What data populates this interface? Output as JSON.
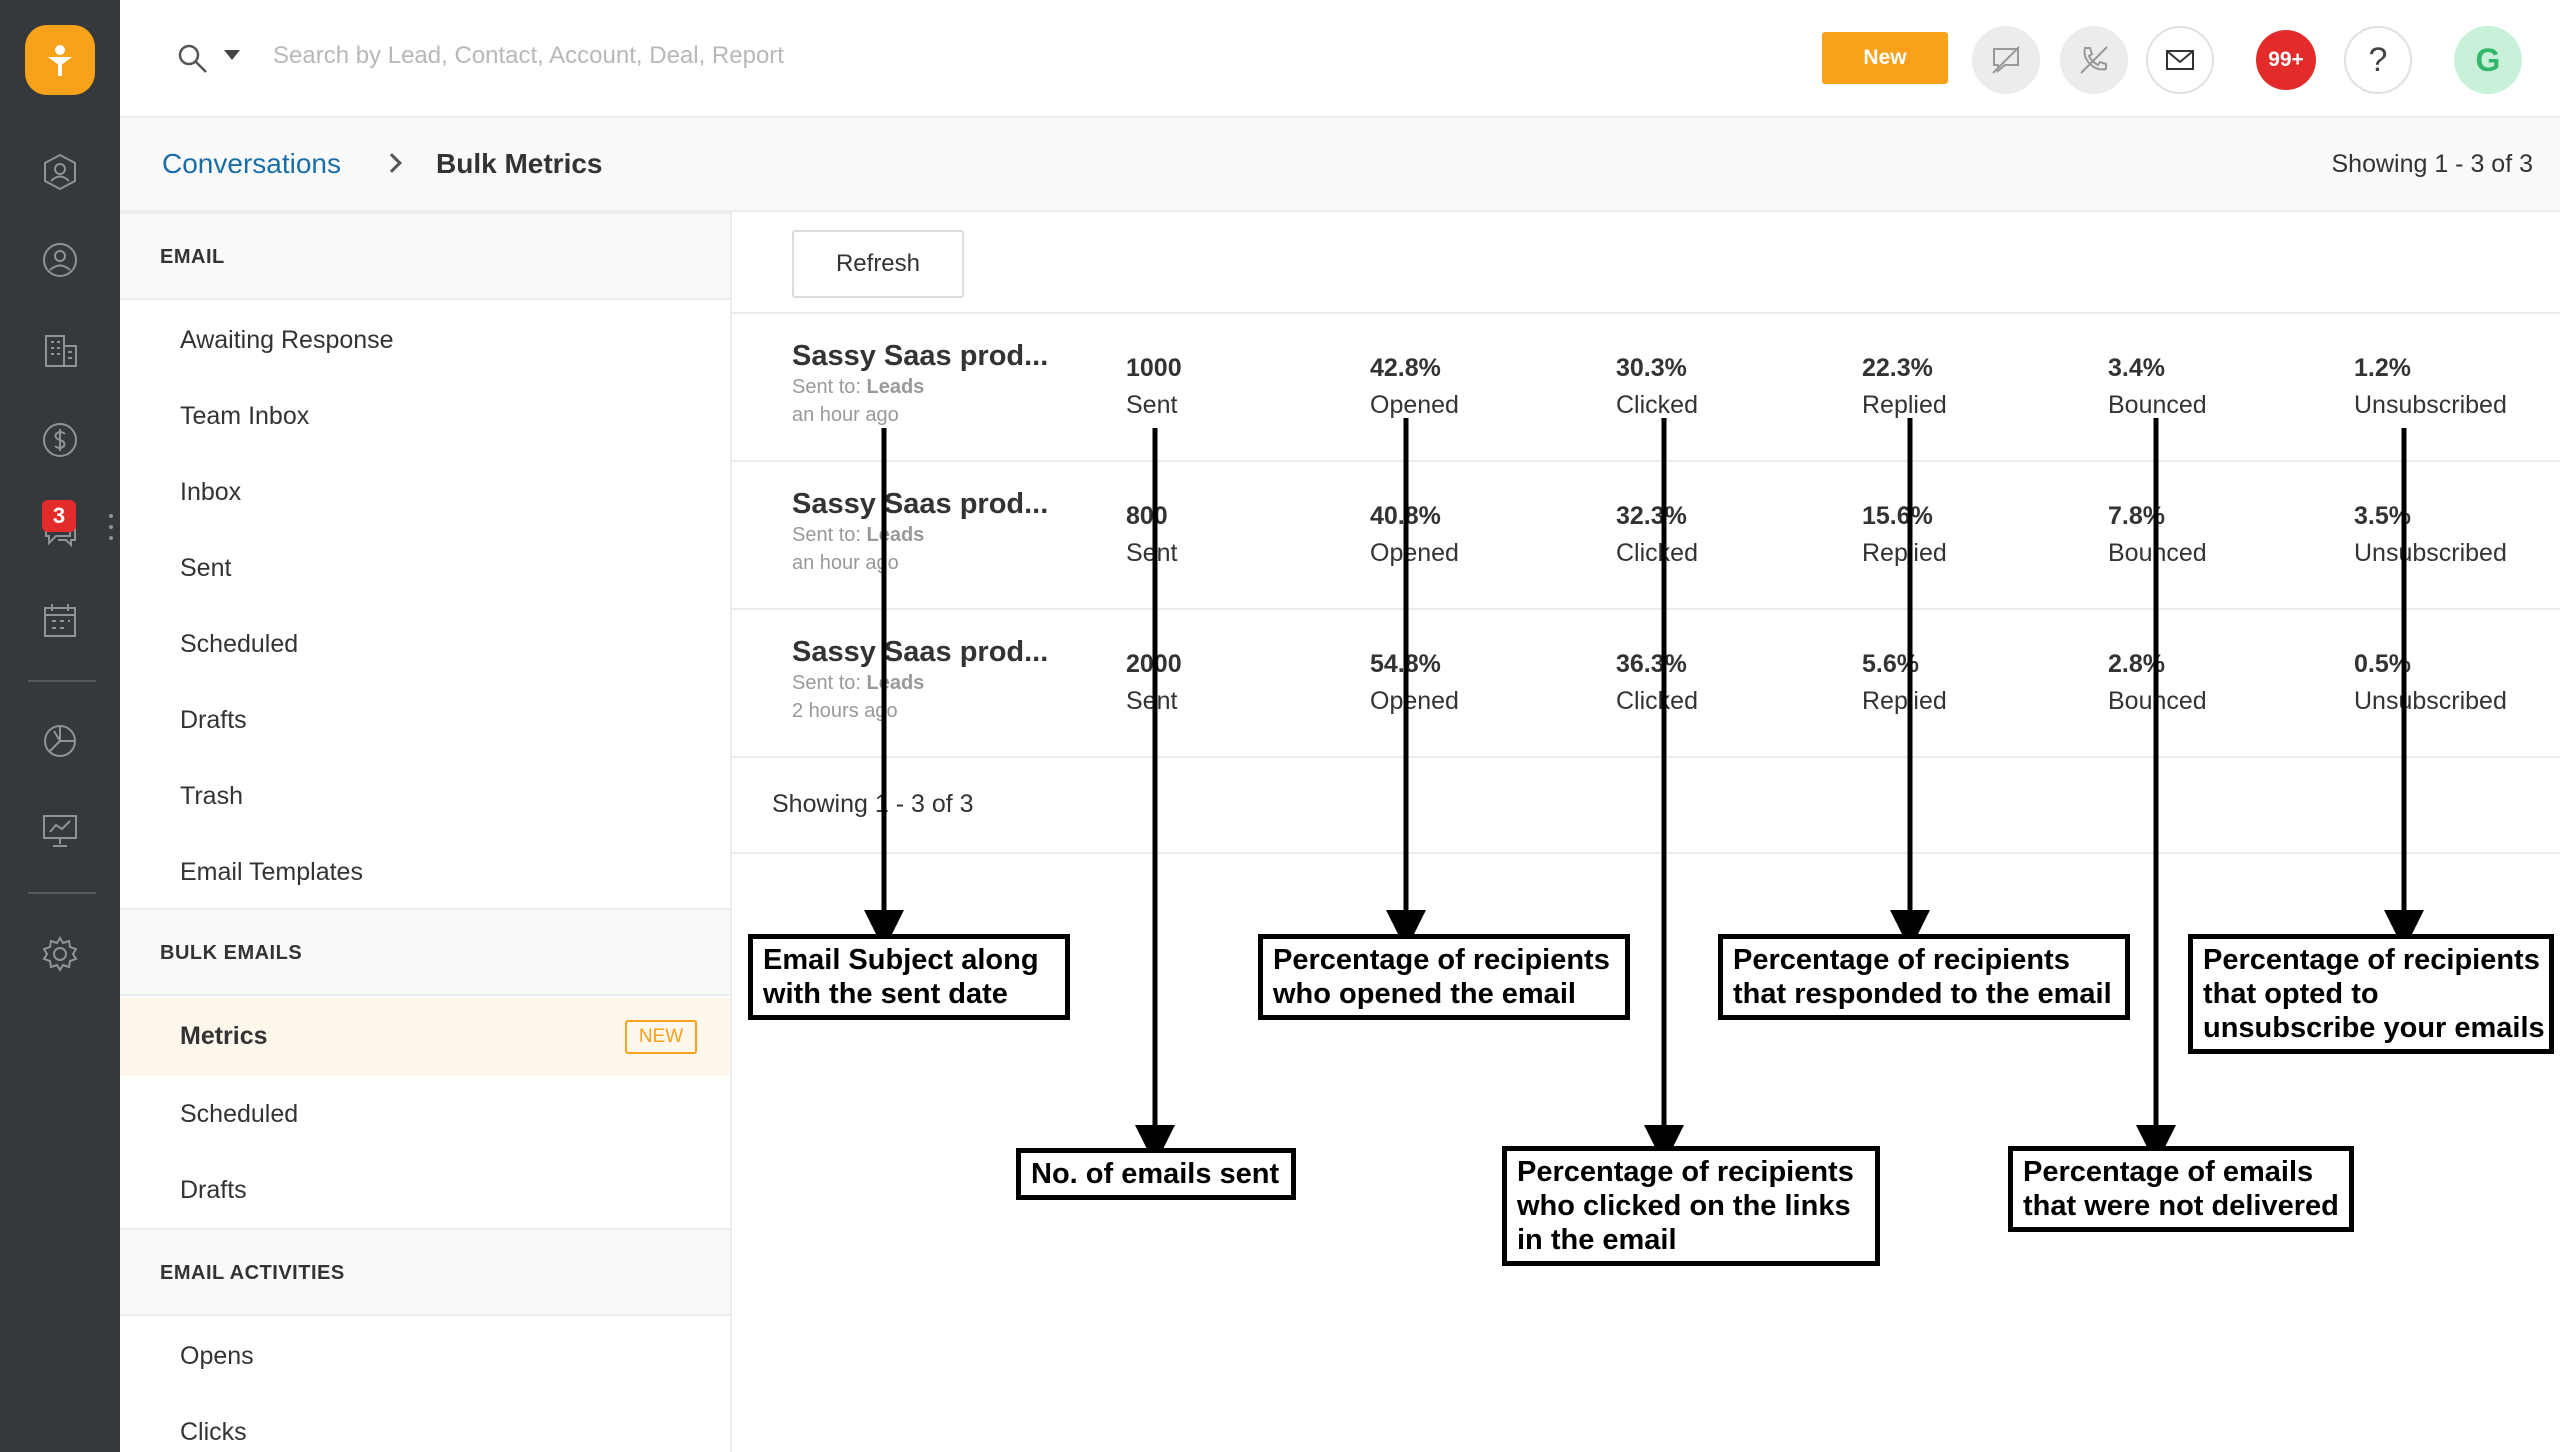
{
  "topbar": {
    "search_placeholder": "Search by Lead, Contact, Account, Deal, Report",
    "new_label": "New",
    "notifications_count": "99+",
    "help_label": "?",
    "avatar_initial": "G"
  },
  "rail": {
    "chat_badge": "3"
  },
  "breadcrumb": {
    "parent": "Conversations",
    "current": "Bulk Metrics",
    "showing": "Showing 1 - 3 of 3"
  },
  "sidebar": {
    "email_header": "EMAIL",
    "email_items": [
      "Awaiting Response",
      "Team Inbox",
      "Inbox",
      "Sent",
      "Scheduled",
      "Drafts",
      "Trash",
      "Email Templates"
    ],
    "bulk_header": "BULK EMAILS",
    "bulk_items": [
      "Metrics",
      "Scheduled",
      "Drafts"
    ],
    "new_tag": "NEW",
    "activities_header": "EMAIL ACTIVITIES",
    "activities_items": [
      "Opens",
      "Clicks"
    ]
  },
  "main": {
    "refresh_label": "Refresh",
    "footer_showing": "Showing 1 - 3 of 3",
    "metric_labels": [
      "Sent",
      "Opened",
      "Clicked",
      "Replied",
      "Bounced",
      "Unsubscribed"
    ],
    "rows": [
      {
        "subject": "Sassy Saas prod...",
        "sent_to_prefix": "Sent to:",
        "sent_to": "Leads",
        "time": "an hour ago",
        "values": [
          "1000",
          "42.8%",
          "30.3%",
          "22.3%",
          "3.4%",
          "1.2%"
        ]
      },
      {
        "subject": "Sassy Saas prod...",
        "sent_to_prefix": "Sent to:",
        "sent_to": "Leads",
        "time": "an hour ago",
        "values": [
          "800",
          "40.8%",
          "32.3%",
          "15.6%",
          "7.8%",
          "3.5%"
        ]
      },
      {
        "subject": "Sassy Saas prod...",
        "sent_to_prefix": "Sent to:",
        "sent_to": "Leads",
        "time": "2 hours ago",
        "values": [
          "2000",
          "54.8%",
          "36.3%",
          "5.6%",
          "2.8%",
          "0.5%"
        ]
      }
    ]
  },
  "annotations": {
    "subject": [
      "Email Subject along",
      "with the sent date"
    ],
    "sent": [
      "No. of emails sent"
    ],
    "opened": [
      "Percentage of recipients",
      "who opened the email"
    ],
    "clicked": [
      "Percentage of recipients",
      "who clicked on the links",
      "in the email"
    ],
    "replied": [
      "Percentage of recipients",
      "that responded to the email"
    ],
    "bounced": [
      "Percentage of emails",
      "that were not delivered"
    ],
    "unsubscribed": [
      "Percentage of recipients",
      "that opted to",
      "unsubscribe your emails"
    ]
  },
  "colors": {
    "accent": "#f9a11b",
    "rail": "#35383c",
    "link": "#1a6ea8",
    "badge": "#e32b2b"
  }
}
